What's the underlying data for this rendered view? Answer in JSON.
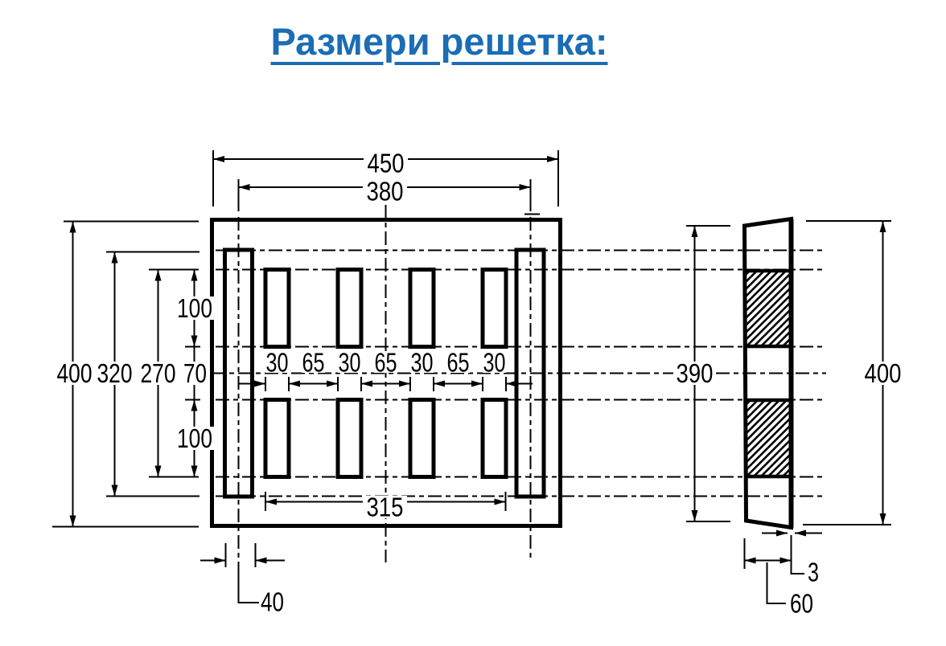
{
  "title": "Размери решетка:",
  "colors": {
    "title": "#1b6db4",
    "line": "#000000"
  },
  "dimensions": {
    "outer_width": "450",
    "rail_centers_width": "380",
    "total_height": "400",
    "rail_height": "320",
    "slots_outer_height": "270",
    "row_gap": "70",
    "slot_height_top": "100",
    "slot_height_bottom": "100",
    "slot_chain": [
      "30",
      "65",
      "30",
      "65",
      "30",
      "65",
      "30"
    ],
    "slots_span": "315",
    "rail_width": "40",
    "side_back_height": "390",
    "side_front_height": "400",
    "face_thickness": "3",
    "profile_depth": "60"
  }
}
